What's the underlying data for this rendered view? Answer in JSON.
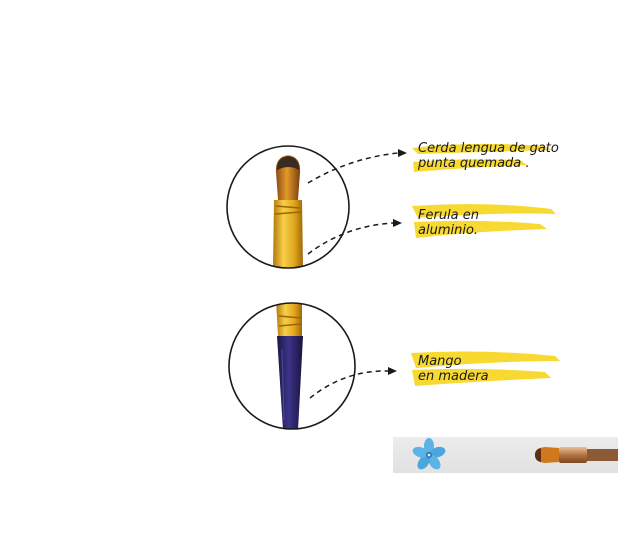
{
  "callouts": [
    {
      "id": "bristle",
      "lines": [
        "Cerda lengua de gato",
        "punta quemada ."
      ]
    },
    {
      "id": "ferrule",
      "lines": [
        "Ferula en",
        "aluminio."
      ]
    },
    {
      "id": "handle",
      "lines": [
        "Mango",
        "en madera"
      ]
    }
  ],
  "colors": {
    "highlight": "#f7d931",
    "ferrule_gold": "#e0a91c",
    "handle_navy": "#2e2766",
    "bristle_tip": "#3a2b22",
    "bristle_amber": "#d5891c"
  }
}
